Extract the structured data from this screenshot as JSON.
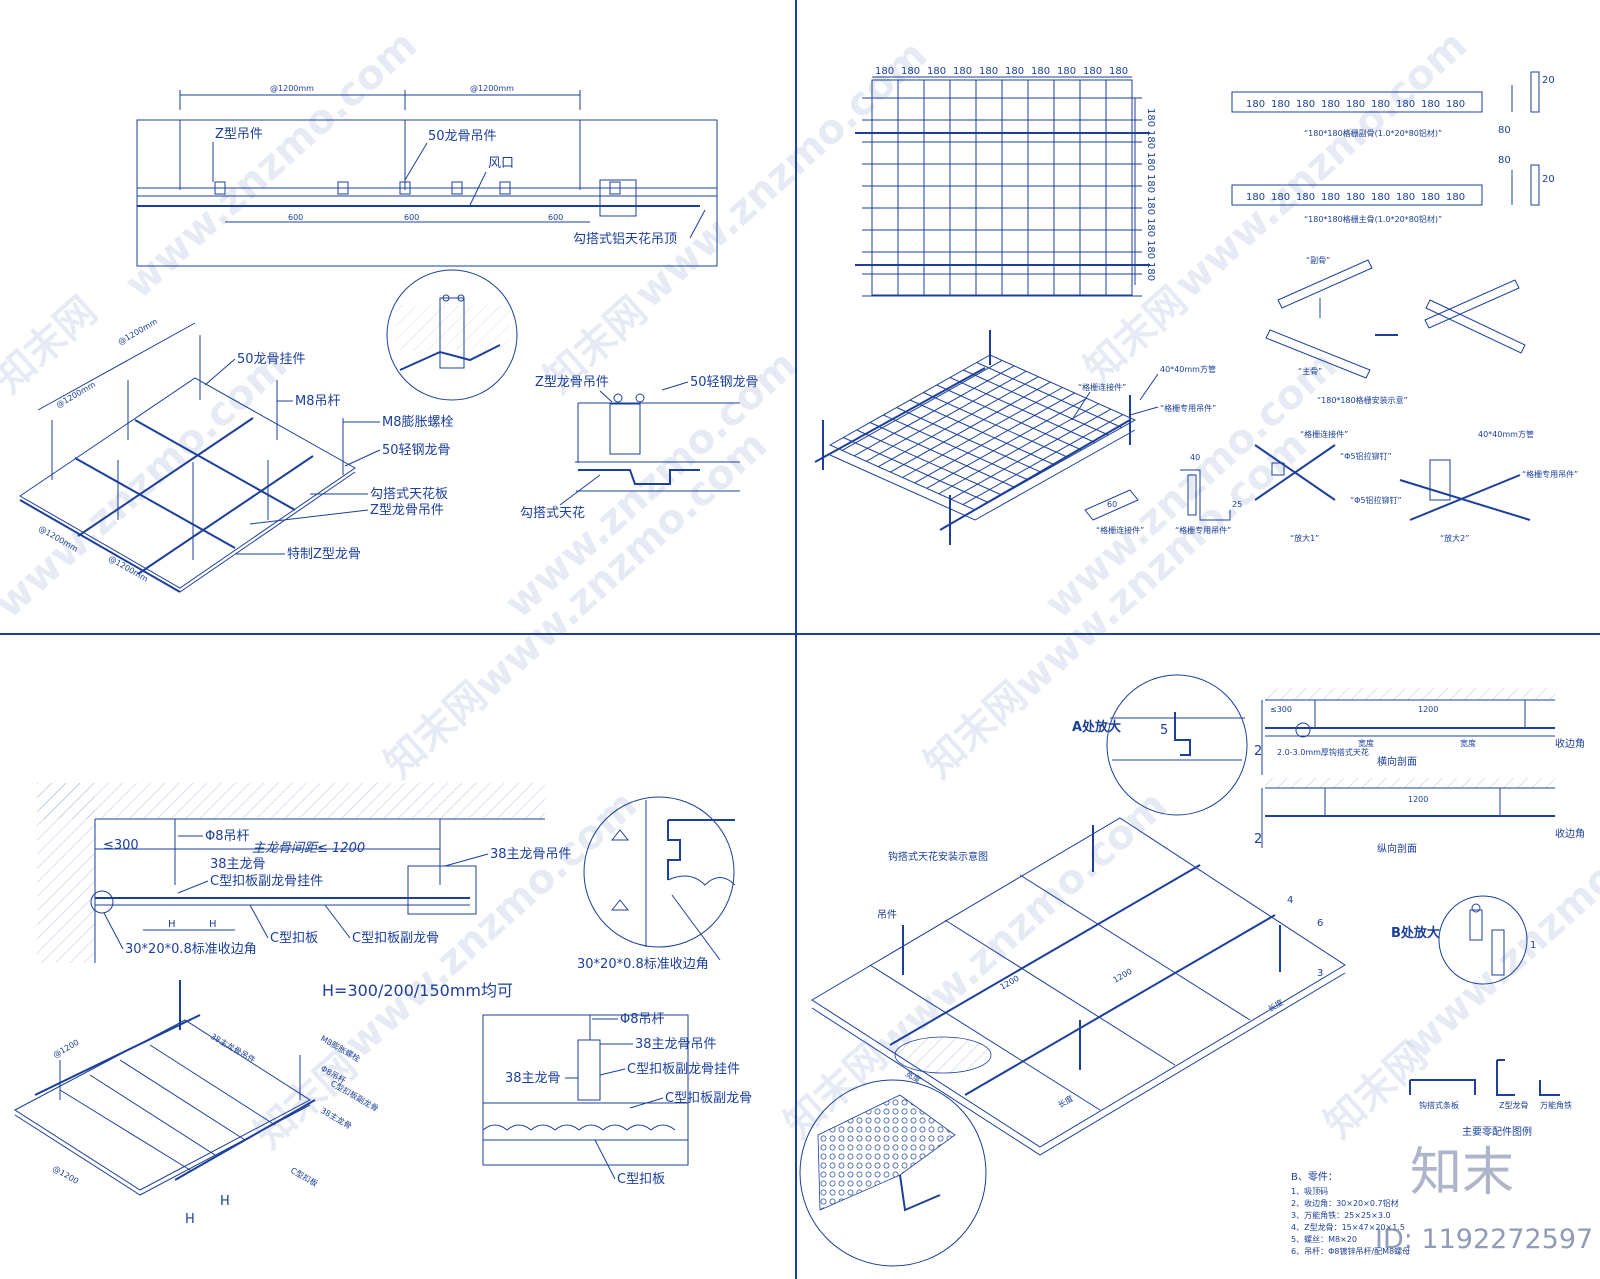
{
  "watermark": {
    "site_text": "www.znzmo.com",
    "brand_text": "知末网"
  },
  "logo": {
    "text": "知末",
    "id_text": "ID: 1192272597"
  },
  "panel1": {
    "dims": {
      "span_a": "@1200mm",
      "span_b": "@1200mm",
      "d600_a": "600",
      "d600_b": "600",
      "d600_c": "600"
    },
    "labels": {
      "z_hanger": "Z型吊件",
      "keel_hanger_50": "50龙骨吊件",
      "vent": "风口",
      "title": "勾搭式铝天花吊顶"
    },
    "iso": {
      "dim_top": "@1200mm",
      "dim_left": "@1200mm",
      "dim_bot1": "@1200mm",
      "dim_bot2": "@1200mm",
      "keel_pendant_50": "50龙骨挂件",
      "m8_rod": "M8吊杆",
      "m8_bolt": "M8膨胀螺栓",
      "light_steel_50": "50轻钢龙骨",
      "hook_panel": "勾搭式天花板",
      "z_keel_hanger": "Z型龙骨吊件",
      "special_z_keel": "特制Z型龙骨"
    },
    "detail": {
      "z_keel_hanger": "Z型龙骨吊件",
      "steel_keel_50": "50轻钢龙骨",
      "hook_ceiling": "勾搭式天花"
    }
  },
  "panel2": {
    "grid_dim": "180",
    "sub_keel_caption": "“180*180格栅副骨(1.0*20*80铝材)”",
    "main_keel_caption": "“180*180格栅主骨(1.0*20*80铝材)”",
    "dim_20": "20",
    "dim_80": "80",
    "sub_bone": "“副骨”",
    "main_bone": "“主骨”",
    "install_caption": "“180*180格栅安装示意”",
    "grid_connector": "“格栅连接件”",
    "square_tube": "40*40mm方管",
    "grid_hanger": "“格栅专用吊件”",
    "connector_caption": "“格栅连接件”",
    "hanger_caption": "“格栅专用吊件”",
    "enlarge1_connector": "“格栅连接件”",
    "rivet1": "“Φ5铝拉铆钉”",
    "enlarge1": "“放大1”",
    "square_tube2": "40*40mm方管",
    "grid_hanger2": "“格栅专用吊件”",
    "rivet2": "“Φ5铝拉铆钉”",
    "enlarge2": "“放大2”",
    "part_dims": {
      "d60": "60",
      "d40": "40",
      "d25": "25"
    }
  },
  "panel3": {
    "d300": "≤300",
    "main_spacing": "主龙骨间距≤ 1200",
    "rod8": "Φ8吊杆",
    "main_keel_38": "38主龙骨",
    "c_pendant": "C型扣板副龙骨挂件",
    "main_keel_hanger_38": "38主龙骨吊件",
    "h": "H",
    "c_panel": "C型扣板",
    "c_sub_keel": "C型扣板副龙骨",
    "edge_angle": "30*20*0.8标准收边角",
    "h_note": "H=300/200/150mm均可",
    "edge_angle2": "30*20*0.8标准收边角",
    "iso": {
      "d1200a": "@1200",
      "d1200b": "@1200",
      "main_hanger": "38主龙骨吊件",
      "m8_bolt": "M8膨胀螺栓",
      "rod8": "Φ8吊杆",
      "c_sub": "C型扣板副龙骨",
      "main38": "38主龙骨",
      "c_panel": "C型扣板",
      "h1": "H",
      "h2": "H"
    },
    "detail": {
      "rod8": "Φ8吊杆",
      "main_hanger": "38主龙骨吊件",
      "main38": "38主龙骨",
      "c_pendant": "C型扣板副龙骨挂件",
      "c_sub": "C型扣板副龙骨",
      "c_panel": "C型扣板"
    }
  },
  "panel4": {
    "a_enlarge": "A处放大",
    "b_enlarge": "B处放大",
    "num5": "5",
    "num2": "2",
    "num2b": "2",
    "d1200a": "1200",
    "d1200b": "1200",
    "d300": "≤300",
    "wide": "宽度",
    "wide2": "宽度",
    "hook_ceiling_note": "2.0-3.0mm厚钩搭式天花",
    "edge_angle": "收边角",
    "edge_angle2": "收边角",
    "cross_section": "横向剖面",
    "long_section": "纵向剖面",
    "install_title": "钩搭式天花安装示意图",
    "hanger": "吊件",
    "n4": "4",
    "n6": "6",
    "n3": "3",
    "n1": "1",
    "iso_d1200a": "1200",
    "iso_d1200b": "1200",
    "long": "长度",
    "wide_iso": "宽度",
    "long2": "长度",
    "parts_title": "主要零配件图例",
    "part_a": "钩搭式条板",
    "part_b": "Z型龙骨",
    "part_c": "万能角铁",
    "parts_list_title": "B、零件：",
    "parts_list": [
      "1、吸顶码",
      "2、收边角：30×20×0.7铝材",
      "3、万能角铁：25×25×3.0",
      "4、Z型龙骨：15×47×20×1.5",
      "5、螺丝：M8×20",
      "6、吊杆：Φ8镀锌吊杆/配M8螺母"
    ]
  }
}
